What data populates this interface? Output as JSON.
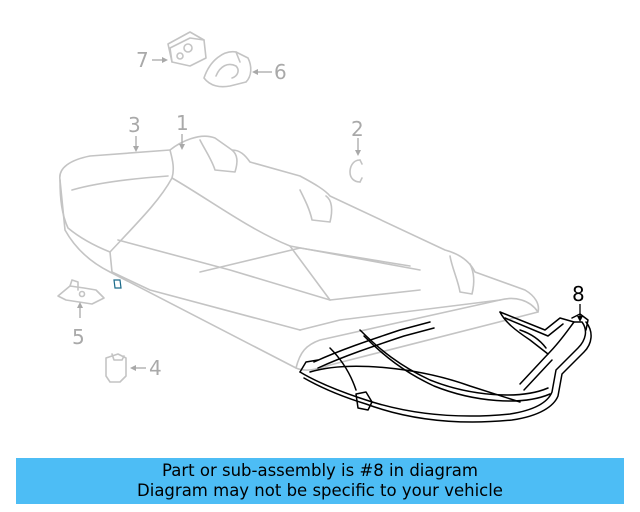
{
  "callouts": {
    "c1": "1",
    "c2": "2",
    "c3": "3",
    "c4": "4",
    "c5": "5",
    "c6": "6",
    "c7": "7",
    "c8": "8"
  },
  "banner": {
    "line1": "Part or sub-assembly is #8 in diagram",
    "line2": "Diagram may not be specific to your vehicle"
  },
  "colors": {
    "banner_bg": "#4dbdf5",
    "faint_part": "#c4c4c4",
    "highlight_part": "#000000"
  }
}
